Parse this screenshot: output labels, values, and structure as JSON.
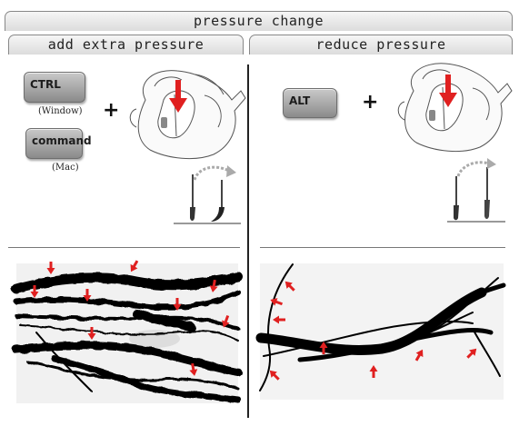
{
  "header": {
    "title": "pressure change"
  },
  "left": {
    "tab_label": "add extra pressure",
    "keys": [
      {
        "label": "CTRL",
        "caption": "(Window)"
      },
      {
        "label": "command",
        "caption": "(Mac)"
      }
    ],
    "plus": "+"
  },
  "right": {
    "tab_label": "reduce pressure",
    "keys": [
      {
        "label": "ALT"
      }
    ],
    "plus": "+"
  },
  "icons": [
    "mouse-hand-icon",
    "down-arrow-icon",
    "brush-icon",
    "curved-arrow-icon",
    "arrow-icon"
  ],
  "colors": {
    "arrow": "#e02020",
    "stroke": "#000000",
    "tab_border": "#888888"
  }
}
